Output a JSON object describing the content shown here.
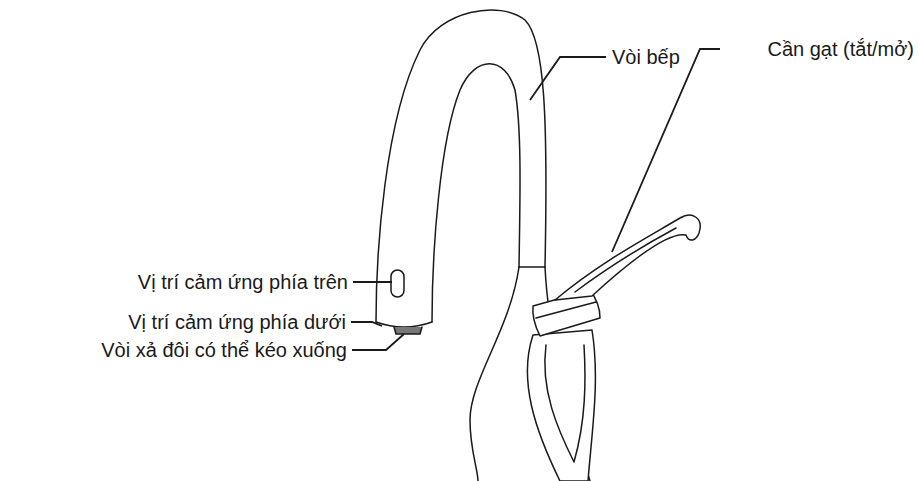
{
  "diagram": {
    "labels": [
      "Vị trí cảm ứng phía trên",
      "Vị trí cảm ứng phía dưới",
      "Vòi xả đôi có thể kéo xuống",
      "Vòi bếp",
      "Cần gạt (tắt/mở)"
    ]
  }
}
